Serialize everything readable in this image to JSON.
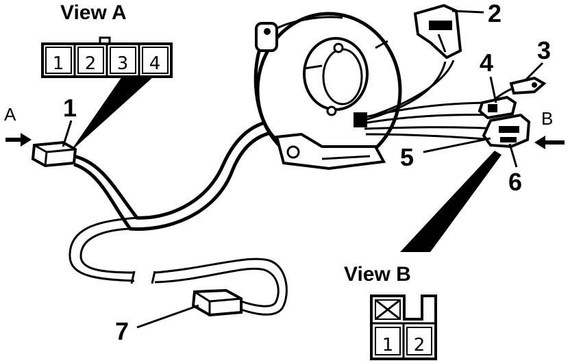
{
  "view_a": {
    "title": "View A",
    "pins": [
      "1",
      "2",
      "3",
      "4"
    ]
  },
  "view_b": {
    "title": "View B",
    "pins": [
      "1",
      "2"
    ]
  },
  "arrows": {
    "a": "A",
    "b": "B"
  },
  "callouts": [
    "1",
    "2",
    "3",
    "4",
    "5",
    "6",
    "7"
  ],
  "colors": {
    "ink": "#000000",
    "background": "#ffffff"
  }
}
